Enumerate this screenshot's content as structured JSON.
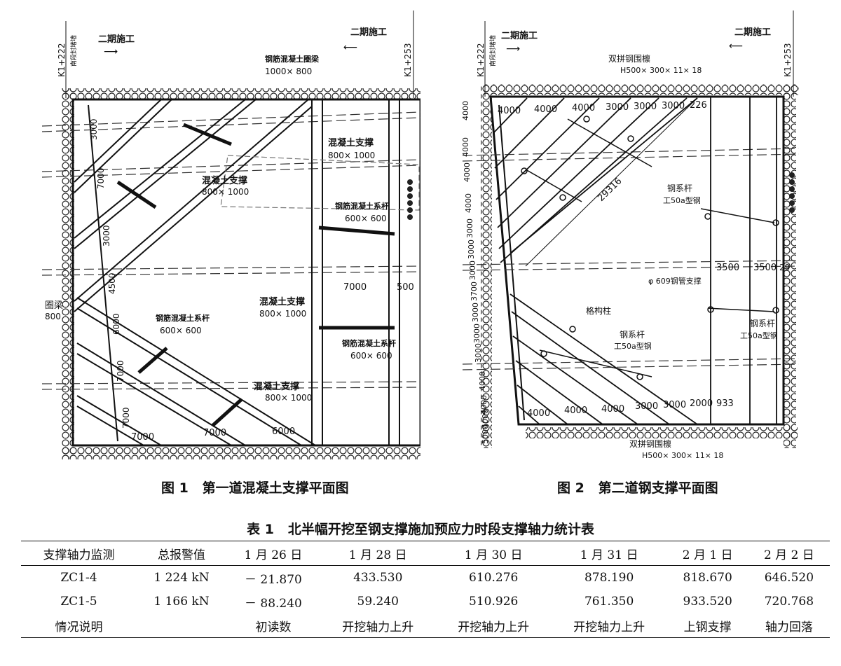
{
  "figure1": {
    "caption": "图 1   第一道混凝土支撑平面图",
    "labels": {
      "left_station": "K1+222",
      "left_station_note": "南段封堵墙",
      "right_station": "K1+253",
      "phase2_a": "二期施工",
      "phase2_b": "二期施工",
      "ring_beam_name": "钢筋混凝土圈梁",
      "ring_beam_size": "1000× 800",
      "strut_a_name": "混凝土支撑",
      "strut_a_size": "800× 1000",
      "strut_b_name": "混凝土支撑",
      "strut_b_size": "800× 1000",
      "tie_a_name": "钢筋混凝土系杆",
      "tie_a_size": "600× 600",
      "strut_c_name": "混凝土支撑",
      "strut_c_size": "800× 1000",
      "tie_b_name": "钢筋混凝土系杆",
      "tie_b_size": "600× 600",
      "tie_c_name": "钢筋混凝土系杆",
      "tie_c_size": "600× 600",
      "strut_d_name": "混凝土支撑",
      "strut_d_size": "800× 1000",
      "ring_beam_left": "圈梁",
      "ring_beam_left_size": "800",
      "dim_3000a": "3000",
      "dim_7000a": "7000",
      "dim_3000b": "3000",
      "dim_4500": "4500",
      "dim_6000a": "6000",
      "dim_7000b": "7000",
      "dim_7000c": "7000",
      "dim_7000d": "7000",
      "dim_7000e": "7000",
      "dim_6000b": "6000",
      "dim_7000f": "7000",
      "dim_500": "500"
    }
  },
  "figure2": {
    "caption": "图 2   第二道钢支撑平面图",
    "labels": {
      "left_station": "K1+222",
      "left_station_note": "南段封堵墙",
      "right_station": "K1+253",
      "phase2_a": "二期施工",
      "phase2_b": "二期施工",
      "waler_top_name": "双拼钢围檩",
      "waler_top_size": "H500× 300× 11× 18",
      "waler_bottom_name": "双拼钢围檩",
      "waler_bottom_size": "H500× 300× 11× 18",
      "top_dims": [
        "4000",
        "4000",
        "4000",
        "3000",
        "3000",
        "3000",
        "226"
      ],
      "left_dims": [
        "4000",
        "4000",
        "4000",
        "4000",
        "3000",
        "3000",
        "3000",
        "3700",
        "3000",
        "3000",
        "3000",
        "4000",
        "4000",
        "4000",
        "5000"
      ],
      "bottom_dims": [
        "4000",
        "4000",
        "4000",
        "3000",
        "3000",
        "2000",
        "933"
      ],
      "diag_len": "29316",
      "tie_top_name": "钢系杆",
      "tie_top_spec": "工50a型钢",
      "pipe_label": "φ 609钢管支撑",
      "dim_3500a": "3500",
      "dim_3500b": "3500",
      "dim_29": "29",
      "column_label": "格构柱",
      "tie_mid_name": "钢系杆",
      "tie_mid_spec": "工50a型钢",
      "tie_right_name": "钢系杆",
      "tie_right_spec": "工50a型钢"
    }
  },
  "table": {
    "title": "表 1   北半幅开挖至钢支撑施加预应力时段支撑轴力统计表",
    "headers": [
      "支撑轴力监测",
      "总报警值",
      "1 月 26 日",
      "1 月 28 日",
      "1 月 30 日",
      "1 月 31 日",
      "2 月 1 日",
      "2 月 2 日"
    ],
    "rows": [
      [
        "ZC1-4",
        "1 224 kN",
        "－ 21.870",
        "433.530",
        "610.276",
        "878.190",
        "818.670",
        "646.520"
      ],
      [
        "ZC1-5",
        "1 166 kN",
        "－ 88.240",
        "59.240",
        "510.926",
        "761.350",
        "933.520",
        "720.768"
      ],
      [
        "情况说明",
        "",
        "初读数",
        "开挖轴力上升",
        "开挖轴力上升",
        "开挖轴力上升",
        "上钢支撑",
        "轴力回落"
      ]
    ]
  }
}
